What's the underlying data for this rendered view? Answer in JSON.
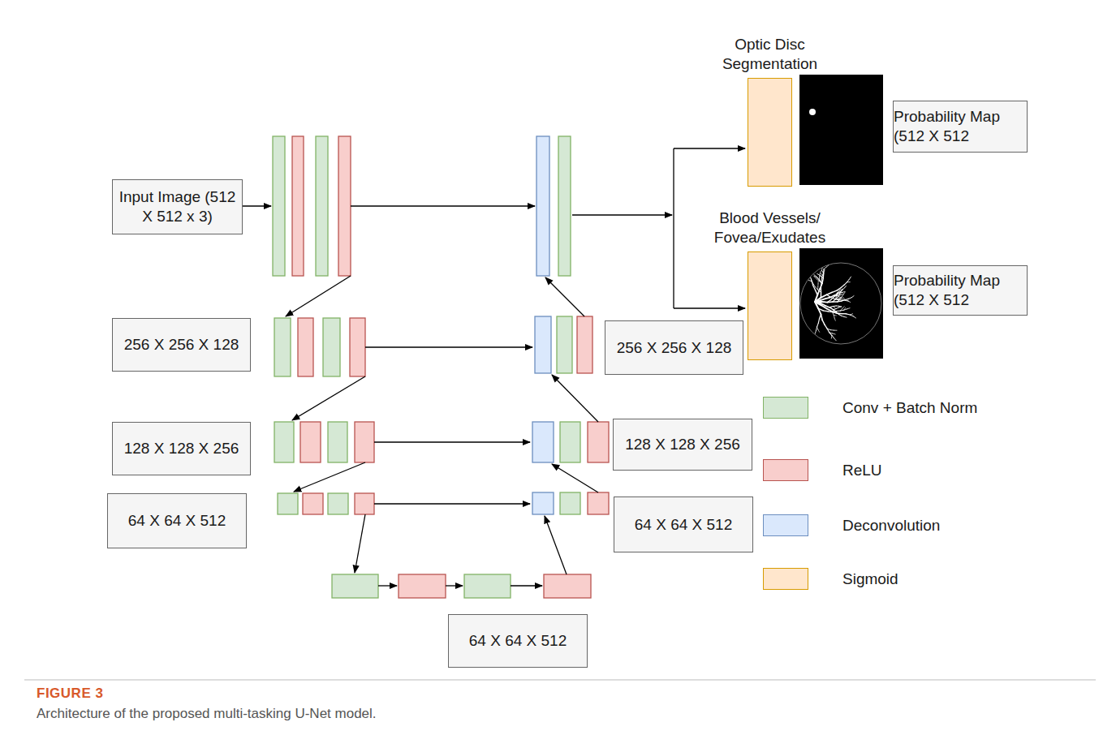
{
  "diagram": {
    "caption": "Architecture of the proposed multi-tasking U-Net model.",
    "nodes": [
      {
        "text": [
          "Input Image (512 X 512 x 3)"
        ]
      },
      {
        "text": [
          "Optic Disc Segmentation"
        ]
      },
      {
        "text": [
          "Probability Map (512 X 512"
        ]
      },
      {
        "text": [
          "256 X 256 X 128"
        ]
      },
      {
        "text": [
          "256 X 256 X 128"
        ]
      },
      {
        "text": [
          "Blood Vessels/ Fovea/Exudates"
        ]
      },
      {
        "text": [
          "Probability Map (512 X 512"
        ]
      },
      {
        "text": [
          "128 X 128 X 256"
        ]
      },
      {
        "text": [
          "128 X 128 X 256"
        ]
      },
      {
        "text": [
          "64 X 64 X 512"
        ]
      },
      {
        "text": [
          "64 X 64 X 512"
        ]
      },
      {
        "text": [
          "64 X 64 X 512"
        ]
      }
    ],
    "labels": [
      "FIGURE 3"
    ],
    "legend": [
      {
        "text": "Conv + Batch Norm",
        "color": "#d5e8d4"
      },
      {
        "text": "ReLU",
        "color": "#f8cecc"
      },
      {
        "text": "Deconvolution",
        "color": "#dae8fc"
      },
      {
        "text": "Sigmoid",
        "color": "#ffe6cc"
      }
    ]
  }
}
